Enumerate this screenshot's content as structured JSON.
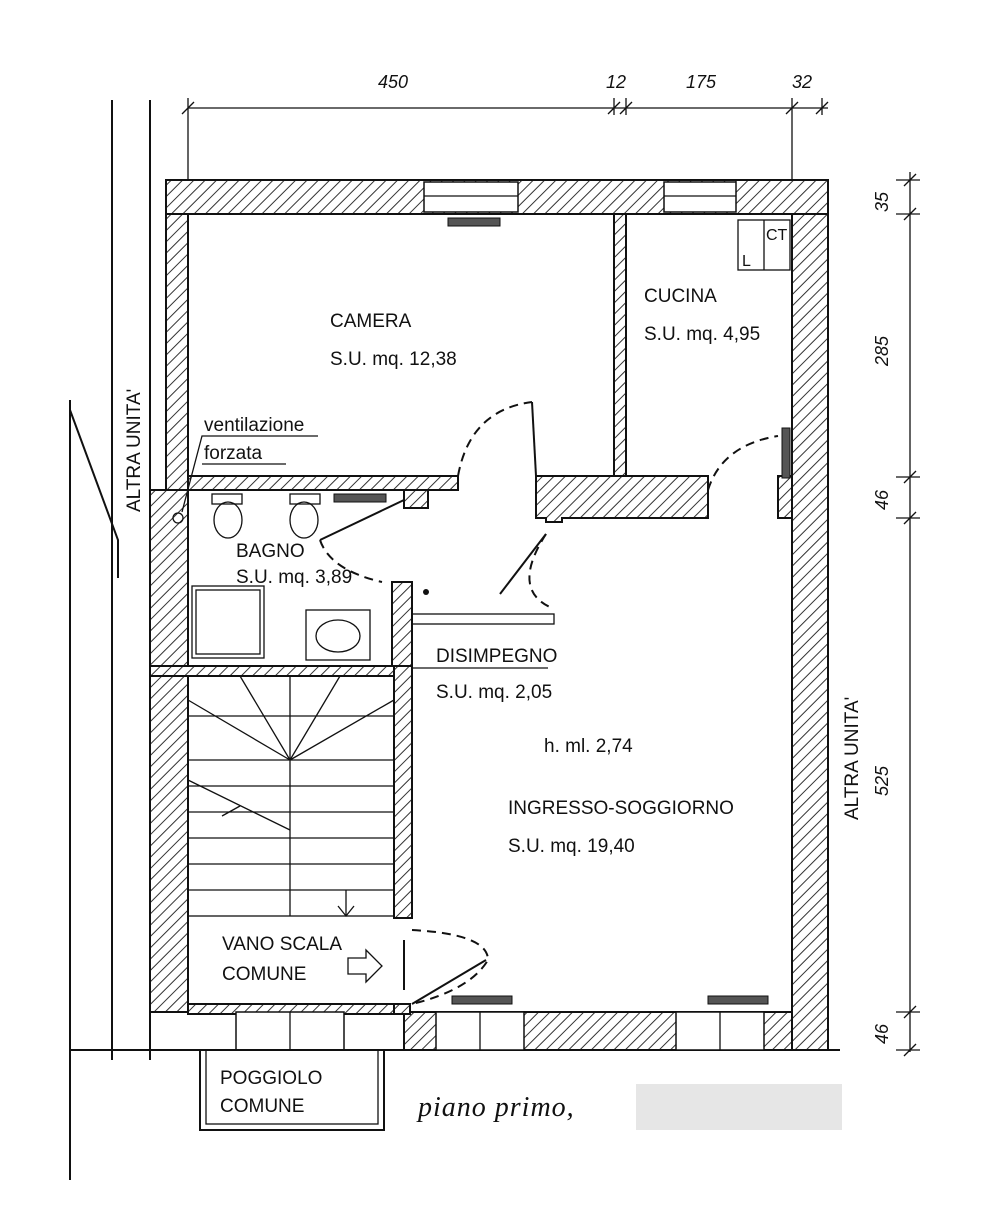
{
  "dimensions": {
    "top": [
      "450",
      "12",
      "175",
      "32"
    ],
    "right": [
      "35",
      "285",
      "46",
      "525",
      "46"
    ]
  },
  "rooms": {
    "camera": {
      "name": "CAMERA",
      "area": "S.U. mq. 12,38"
    },
    "cucina": {
      "name": "CUCINA",
      "area": "S.U. mq. 4,95"
    },
    "bagno": {
      "name": "BAGNO",
      "area": "S.U. mq. 3,89"
    },
    "disimpegno": {
      "name": "DISIMPEGNO",
      "area": "S.U. mq. 2,05"
    },
    "soggiorno": {
      "name": "INGRESSO-SOGGIORNO",
      "area": "S.U. mq. 19,40",
      "height": "h. ml. 2,74"
    },
    "vano_scala": {
      "line1": "VANO SCALA",
      "line2": "COMUNE"
    },
    "poggiolo": {
      "line1": "POGGIOLO",
      "line2": "COMUNE"
    }
  },
  "annotations": {
    "ventilazione_1": "ventilazione",
    "ventilazione_2": "forzata",
    "altra_unita_left": "ALTRA UNITA'",
    "altra_unita_right": "ALTRA UNITA'",
    "appliance_l": "L",
    "appliance_ct": "CT"
  },
  "title": "piano primo,"
}
